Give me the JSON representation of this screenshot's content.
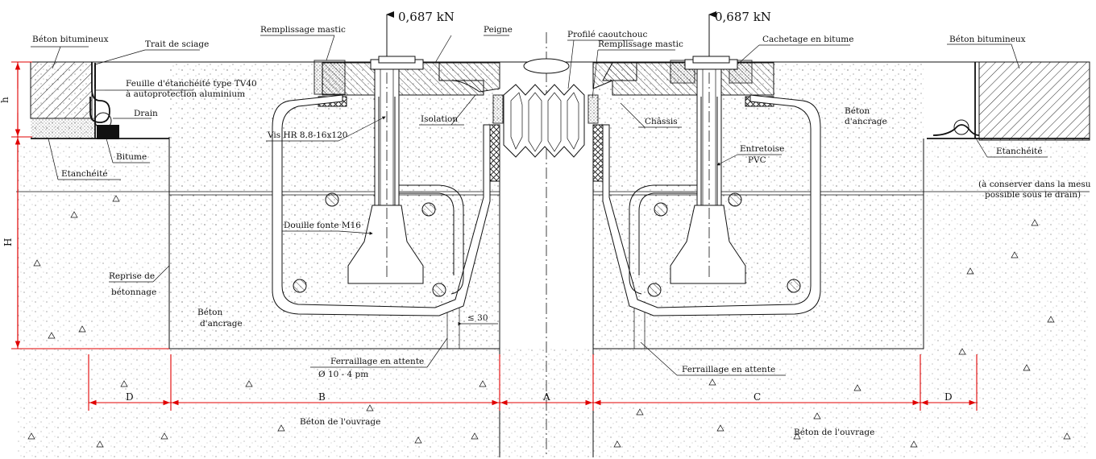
{
  "forces": {
    "left": "0,687 kN",
    "right": "0,687 kN"
  },
  "labels": {
    "beton_bitumineux_left": "Béton bitumineux",
    "trait_de_sciage": "Trait de sciage",
    "remplissage_mastic_left": "Remplissage mastic",
    "peigne": "Peigne",
    "profile_caoutchouc": "Profilé caoutchouc",
    "remplissage_mastic_right": "Remplissage mastic",
    "cachetage_bitume": "Cachetage en bitume",
    "beton_bitumineux_right": "Béton bitumineux",
    "feuille_line1": "Feuille d'étanchéité type TV40",
    "feuille_line2": "à autoprotection aluminium",
    "drain": "Drain",
    "bitume": "Bitume",
    "etancheite_left": "Etanchéité",
    "vis": "Vis HR 8.8-16x120",
    "isolation": "Isolation",
    "chassis": "Châssis",
    "beton_ancrage_right_1": "Béton",
    "beton_ancrage_right_2": "d'ancrage",
    "entretoise_1": "Entretoise",
    "entretoise_2": "PVC",
    "etancheite_right": "Etanchéité",
    "conserver_1": "(à conserver dans la mesu",
    "conserver_2": "possible sous le drain)",
    "douille": "Douille fonte M16",
    "reprise_1": "Reprise de",
    "reprise_2": "bétonnage",
    "beton_ancrage_left_1": "Béton",
    "beton_ancrage_left_2": "d'ancrage",
    "le30": "≤ 30",
    "ferraillage_left": "Ferraillage en attente",
    "diam": "Ø 10 - 4 pm",
    "ferraillage_right": "Ferraillage en attente",
    "beton_ouvrage_left": "Béton de l'ouvrage",
    "beton_ouvrage_right": "Béton de l'ouvrage"
  },
  "dimensions": {
    "h": "h",
    "H": "H",
    "D_left": "D",
    "B": "B",
    "A": "A",
    "C": "C",
    "D_right": "D"
  },
  "colors": {
    "dimension_lines": "#e00000",
    "ink": "#111111"
  }
}
